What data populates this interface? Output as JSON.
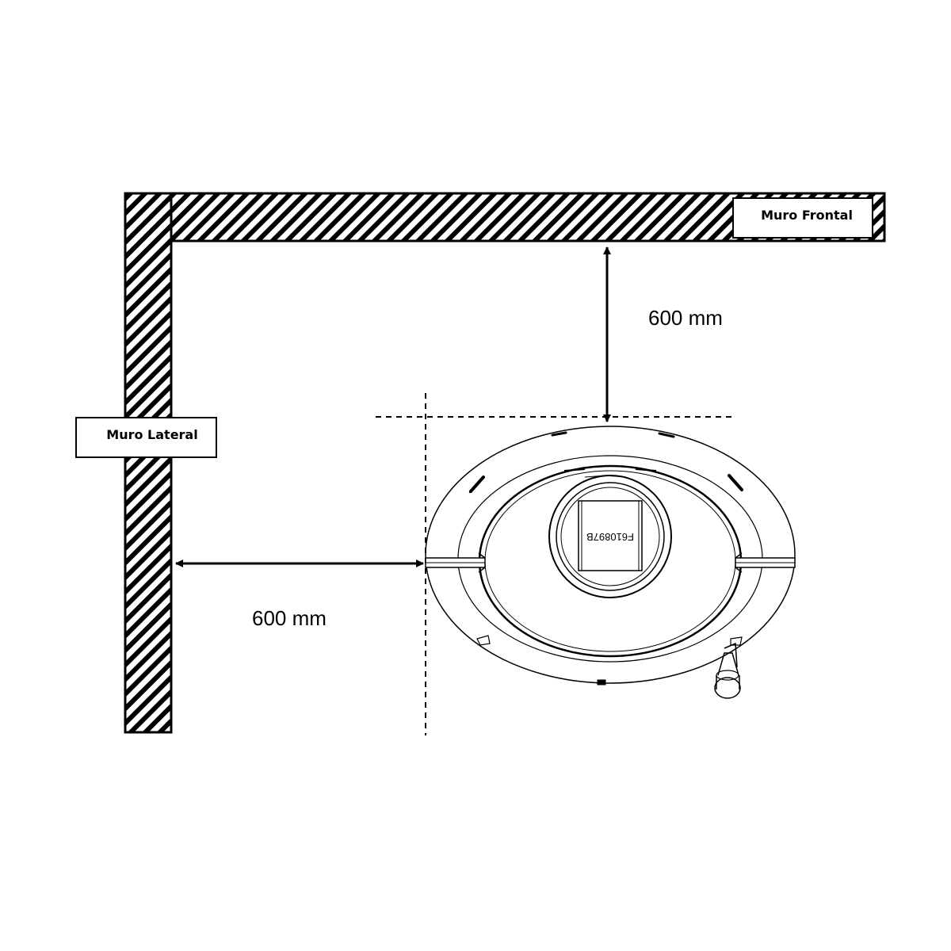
{
  "walls": {
    "front_label": "Muro Frontal",
    "side_label": "Muro Lateral"
  },
  "dimensions": {
    "front_clearance": "600 mm",
    "side_clearance": "600 mm"
  },
  "stove": {
    "model_code": "F610897B"
  }
}
